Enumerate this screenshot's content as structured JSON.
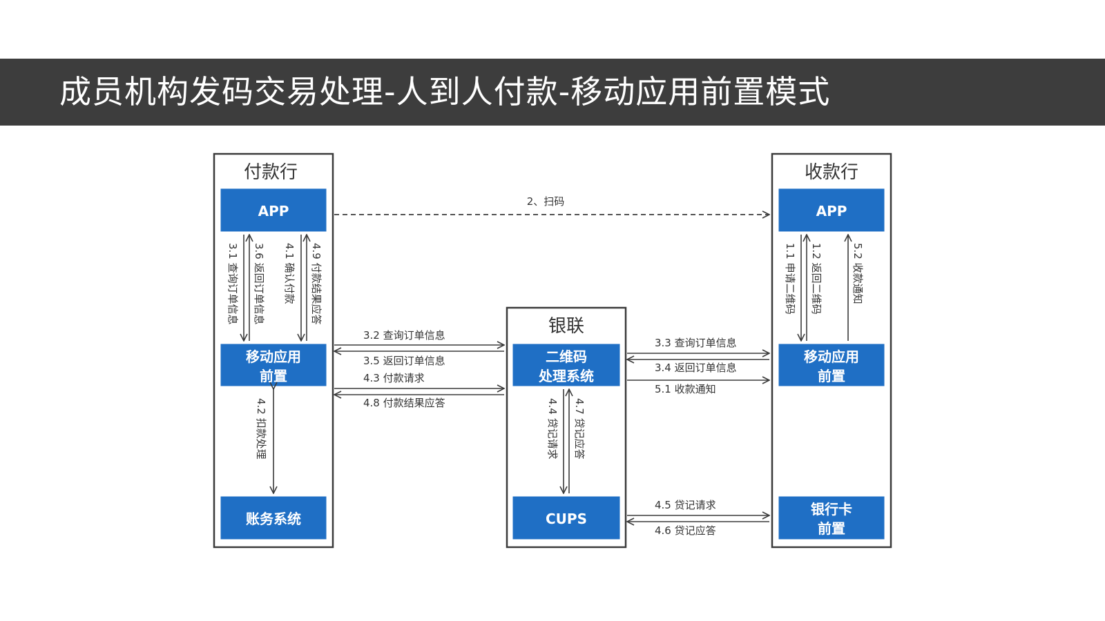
{
  "title": "成员机构发码交易处理-人到人付款-移动应用前置模式",
  "colors": {
    "title_bar": "#3d3d3d",
    "node_fill": "#1f6fc5",
    "line": "#3a3a3a"
  },
  "panels": {
    "payer": {
      "title": "付款行"
    },
    "unionpay": {
      "title": "银联"
    },
    "payee": {
      "title": "收款行"
    }
  },
  "nodes": {
    "payer_app": {
      "label": "APP"
    },
    "payer_front": {
      "lines": [
        "移动应用",
        "前置"
      ]
    },
    "payer_account": {
      "label": "账务系统"
    },
    "qr_system": {
      "lines": [
        "二维码",
        "处理系统"
      ]
    },
    "cups": {
      "label": "CUPS"
    },
    "payee_app": {
      "label": "APP"
    },
    "payee_front": {
      "lines": [
        "移动应用",
        "前置"
      ]
    },
    "payee_card": {
      "lines": [
        "银行卡",
        "前置"
      ]
    }
  },
  "flows": {
    "f2": "2、扫码",
    "f3_1": "3.1 查询订单信息",
    "f3_6": "3.6 返回订单信息",
    "f4_1": "4.1 确认付款",
    "f4_9": "4.9 付款结果应答",
    "f3_2": "3.2 查询订单信息",
    "f3_5": "3.5 返回订单信息",
    "f4_3": "4.3 付款请求",
    "f4_8": "4.8 付款结果应答",
    "f4_2": "4.2 扣款处理",
    "f3_3": "3.3 查询订单信息",
    "f3_4": "3.4 返回订单信息",
    "f5_1": "5.1 收款通知",
    "f4_4": "4.4 贷记请求",
    "f4_7": "4.7 贷记应答",
    "f4_5": "4.5 贷记请求",
    "f4_6": "4.6 贷记应答",
    "f1_1": "1.1 申请二维码",
    "f1_2": "1.2 返回二维码",
    "f5_2": "5.2 收款通知"
  }
}
